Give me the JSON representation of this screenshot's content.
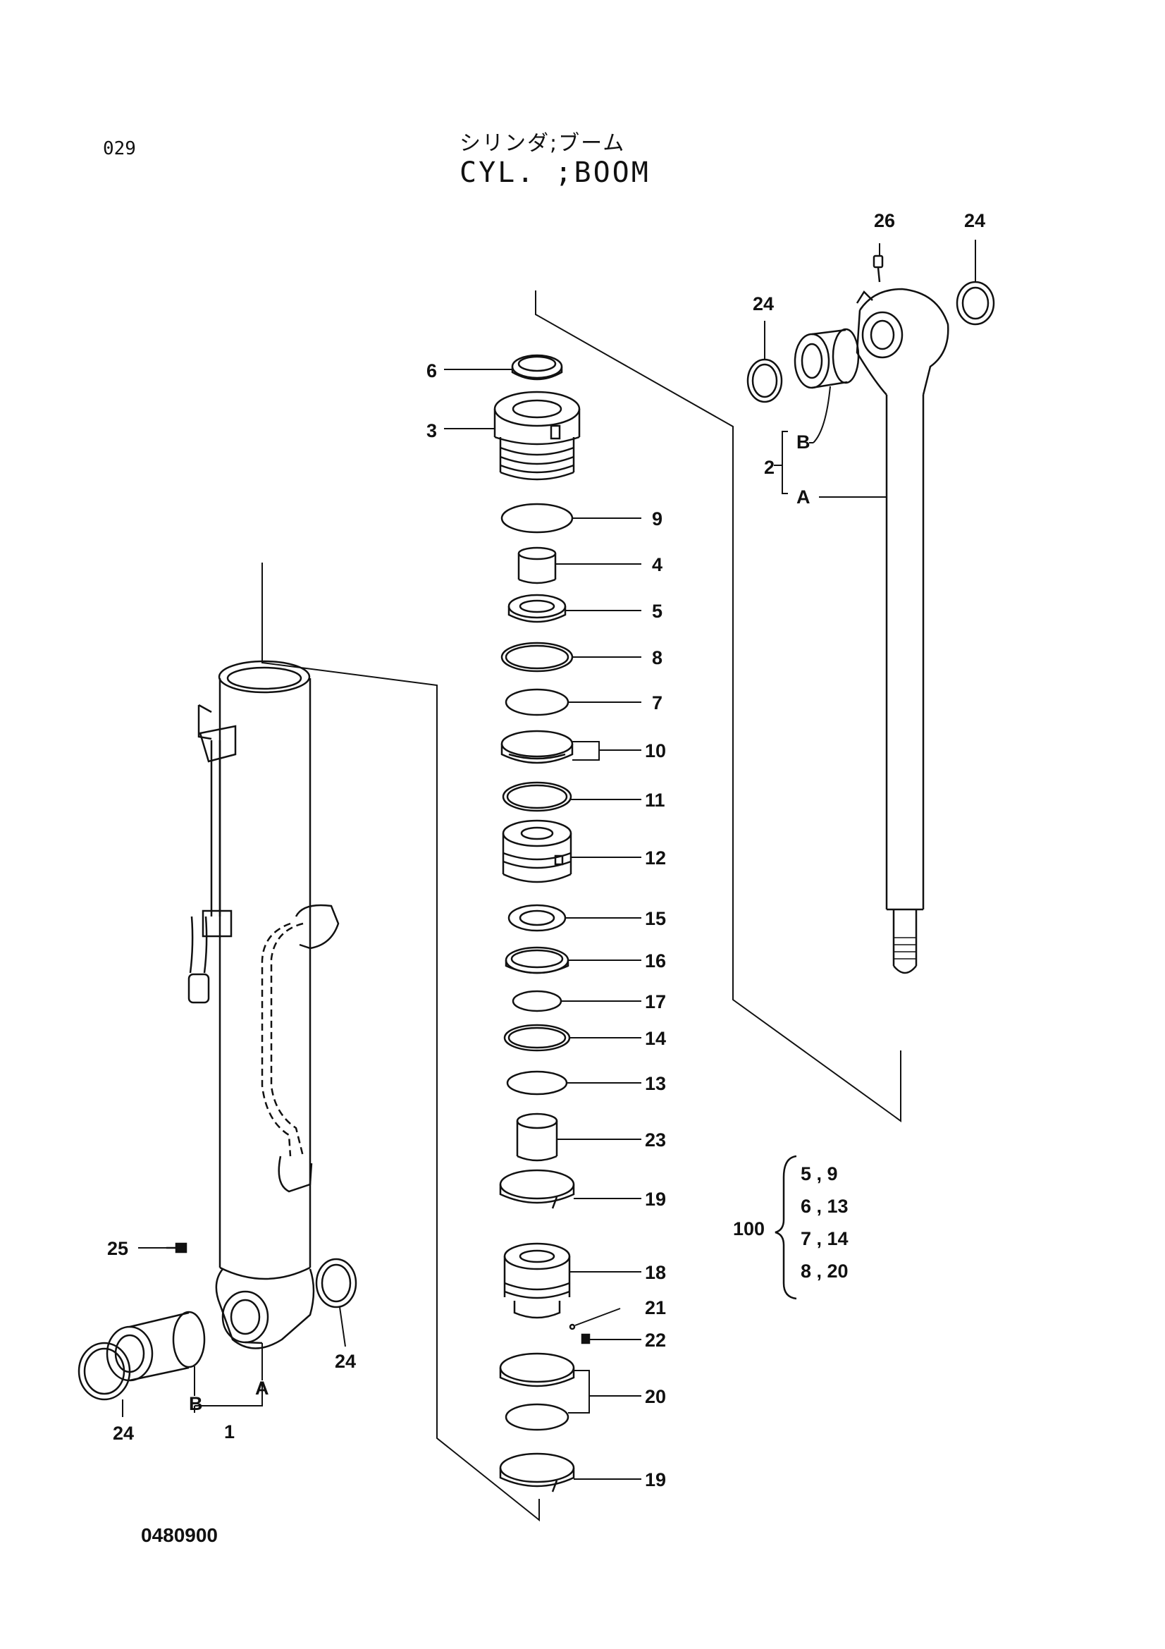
{
  "header": {
    "page_number": "029",
    "title_jp": "シリンダ;ブーム",
    "title_en": "CYL. ;BOOM"
  },
  "callouts": {
    "c6": "6",
    "c3": "3",
    "c9": "9",
    "c4": "4",
    "c5": "5",
    "c8": "8",
    "c7": "7",
    "c10": "10",
    "c11": "11",
    "c12": "12",
    "c15": "15",
    "c16": "16",
    "c17": "17",
    "c14": "14",
    "c13": "13",
    "c23": "23",
    "c19a": "19",
    "c18": "18",
    "c21": "21",
    "c22": "22",
    "c20": "20",
    "c19b": "19",
    "c25": "25",
    "c24_left": "24",
    "c24_right_tube": "24",
    "c24_rod_left": "24",
    "c24_rod_right": "24",
    "c26": "26",
    "c2": "2",
    "c2B": "B",
    "c2A": "A",
    "c1": "1",
    "c1A": "A",
    "c1B": "B"
  },
  "kit": {
    "number": "100",
    "items": [
      "5 , 9",
      "6 , 13",
      "7 , 14",
      "8 , 20"
    ]
  },
  "footer": {
    "drawing_number": "0480900"
  }
}
